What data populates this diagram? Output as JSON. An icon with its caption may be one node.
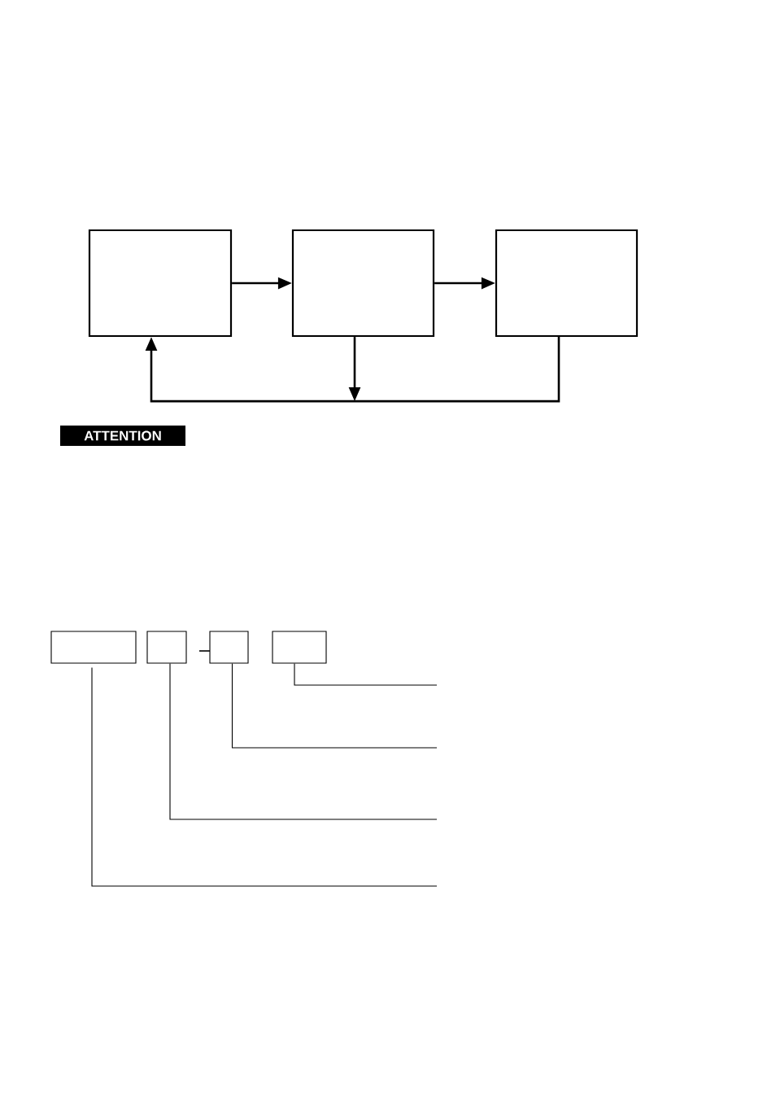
{
  "diagram": {
    "nodes": [
      {
        "text": [],
        "shape": "box"
      },
      {
        "text": [],
        "shape": "box"
      },
      {
        "text": [],
        "shape": "box"
      },
      {
        "text": [
          "ATTENTION"
        ]
      },
      {
        "text": [],
        "shape": "box"
      },
      {
        "text": [],
        "shape": "box"
      },
      {
        "text": [],
        "shape": "box"
      },
      {
        "text": [],
        "shape": "box"
      }
    ],
    "edges": [
      {
        "from": 0,
        "to": 1,
        "arrow": "to"
      },
      {
        "from": 1,
        "to": 2,
        "arrow": "to"
      },
      {
        "from": 2,
        "to": 0,
        "arrow": "to"
      },
      {
        "from": 1,
        "to": null,
        "arrow": "to"
      },
      {
        "from": 7,
        "to": null,
        "arrow": "none"
      },
      {
        "from": 6,
        "to": null,
        "arrow": "none"
      },
      {
        "from": 5,
        "to": null,
        "arrow": "none"
      },
      {
        "from": 4,
        "to": null,
        "arrow": "none"
      }
    ]
  }
}
